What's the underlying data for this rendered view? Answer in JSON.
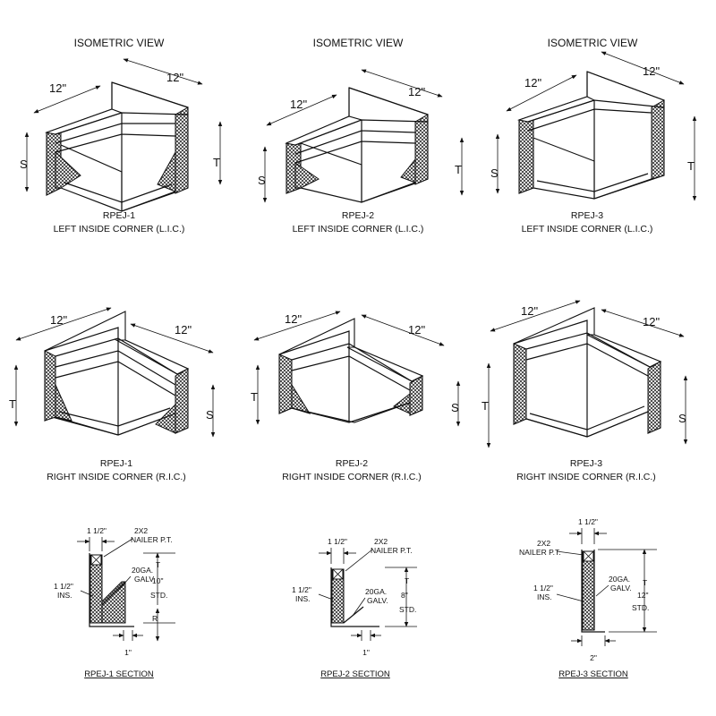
{
  "headers": [
    "ISOMETRIC VIEW",
    "ISOMETRIC VIEW",
    "ISOMETRIC VIEW"
  ],
  "dims": {
    "twelve": "12\"",
    "s": "S",
    "t": "T"
  },
  "row1_captions": [
    {
      "model": "RPEJ-1",
      "desc": "LEFT INSIDE CORNER (L.I.C.)"
    },
    {
      "model": "RPEJ-2",
      "desc": "LEFT INSIDE CORNER (L.I.C.)"
    },
    {
      "model": "RPEJ-3",
      "desc": "LEFT INSIDE CORNER (L.I.C.)"
    }
  ],
  "row2_captions": [
    {
      "model": "RPEJ-1",
      "desc": "RIGHT INSIDE CORNER (R.I.C.)"
    },
    {
      "model": "RPEJ-2",
      "desc": "RIGHT INSIDE CORNER (R.I.C.)"
    },
    {
      "model": "RPEJ-3",
      "desc": "RIGHT INSIDE CORNER (R.I.C.)"
    }
  ],
  "sections": [
    {
      "top": "1 1/2\"",
      "nailer": [
        "2X2",
        "NAILER P.T."
      ],
      "ins": [
        "1 1/2\"",
        "INS."
      ],
      "galv": [
        "20GA.",
        "GALV."
      ],
      "height": [
        "T",
        "10\"",
        "STD."
      ],
      "r": "R",
      "bottom": "1\"",
      "title": "RPEJ-1 SECTION"
    },
    {
      "top": "1 1/2\"",
      "nailer": [
        "2X2",
        "NAILER P.T."
      ],
      "ins": [
        "1 1/2\"",
        "INS."
      ],
      "galv": [
        "20GA.",
        "GALV."
      ],
      "height": [
        "T",
        "8\"",
        "STD."
      ],
      "bottom": "1\"",
      "title": "RPEJ-2 SECTION"
    },
    {
      "top": "1 1/2\"",
      "nailer": [
        "2X2",
        "NAILER P.T."
      ],
      "ins": [
        "1 1/2\"",
        "INS."
      ],
      "galv": [
        "20GA.",
        "GALV."
      ],
      "height": [
        "T",
        "12\"",
        "STD."
      ],
      "bottom": "2\"",
      "title": "RPEJ-3 SECTION"
    }
  ]
}
